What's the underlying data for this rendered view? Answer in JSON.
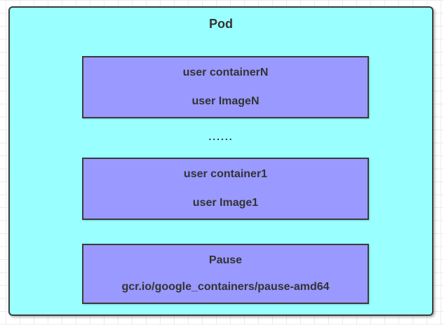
{
  "pod": {
    "title": "Pod",
    "ellipsis": "......",
    "containers": [
      {
        "name": "user containerN",
        "image": "user ImageN"
      },
      {
        "name": "user container1",
        "image": "user Image1"
      },
      {
        "name": "Pause",
        "image": "gcr.io/google_containers/pause-amd64"
      }
    ]
  },
  "colors": {
    "pod_fill": "#99ffff",
    "container_fill": "#9999ff",
    "shape_border": "#3b3b3b",
    "text": "#333333",
    "canvas_bg": "#ffffff",
    "grid_line": "#ececec"
  }
}
